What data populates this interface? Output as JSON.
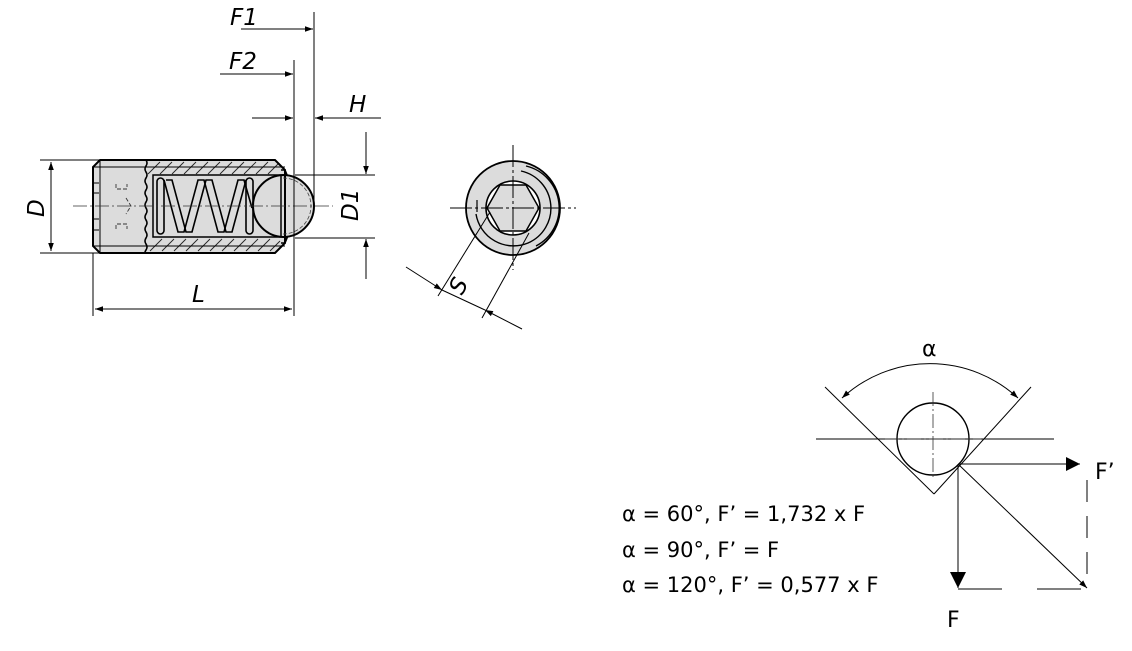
{
  "drawing": {
    "labels": {
      "F1": "F1",
      "F2": "F2",
      "H": "H",
      "D": "D",
      "D1": "D1",
      "L": "L",
      "S": "S",
      "alpha": "α",
      "F_prime": "F’",
      "F": "F"
    },
    "formulas": [
      "α = 60°, F’ = 1,732 x F",
      "α = 90°, F’ = F",
      "α = 120°, F’ = 0,577 x F"
    ],
    "colors": {
      "line": "#000000",
      "part_fill": "#dcdcdc",
      "background": "#ffffff"
    }
  }
}
